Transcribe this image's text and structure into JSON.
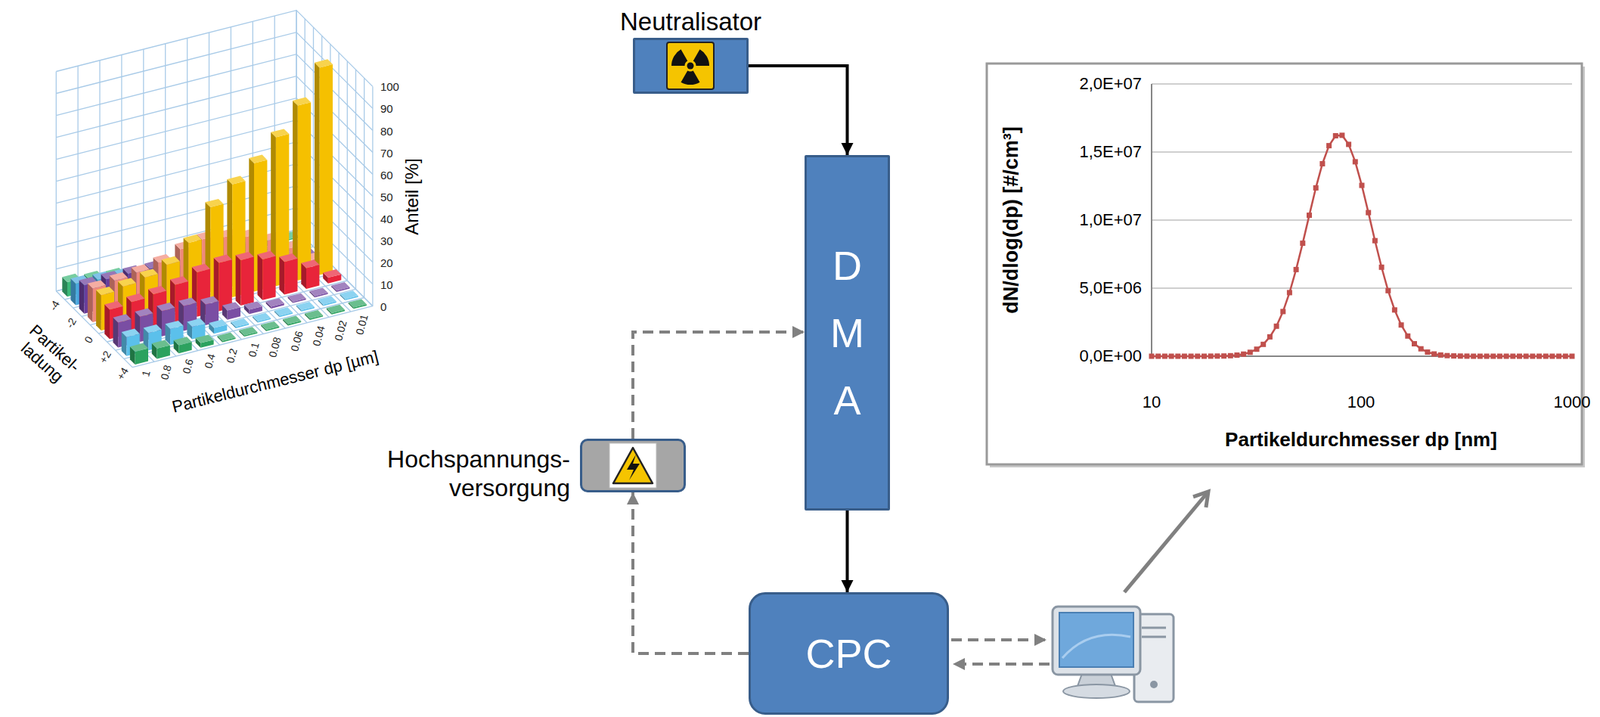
{
  "diagram": {
    "nodes": [
      {
        "text": [
          "Neutralisator"
        ]
      },
      {
        "text": [
          "D M A"
        ]
      },
      {
        "text": [
          "Hochspannungs- versorgung"
        ]
      },
      {
        "text": [
          "CPC"
        ]
      }
    ],
    "edges": [
      {
        "from": 0,
        "to": 1,
        "arrow": "to"
      },
      {
        "from": 1,
        "to": 3,
        "arrow": "to"
      },
      {
        "from": 3,
        "to": 2,
        "arrow": "to"
      },
      {
        "from": 2,
        "to": 1,
        "arrow": "to"
      }
    ],
    "labels": [
      "100",
      "90",
      "80",
      "70",
      "60",
      "50",
      "40",
      "30",
      "20",
      "10",
      "0",
      "Anteil [%]",
      "Partikel- ladung",
      "-4",
      "-2",
      "0",
      "+2",
      "+4",
      "1",
      "0.8",
      "0.6",
      "0.4",
      "0.2",
      "0.1",
      "0.08",
      "0.06",
      "0.04",
      "0.02",
      "0.01",
      "Partikeldurchmesser dp [µm]",
      "2,0E+07",
      "1,5E+07",
      "1,0E+07",
      "5,0E+06",
      "0,0E+00",
      "dN/dlog(dp) [#/cm³]",
      "10",
      "100",
      "1000",
      "Partikeldurchmesser dp [nm]"
    ]
  }
}
